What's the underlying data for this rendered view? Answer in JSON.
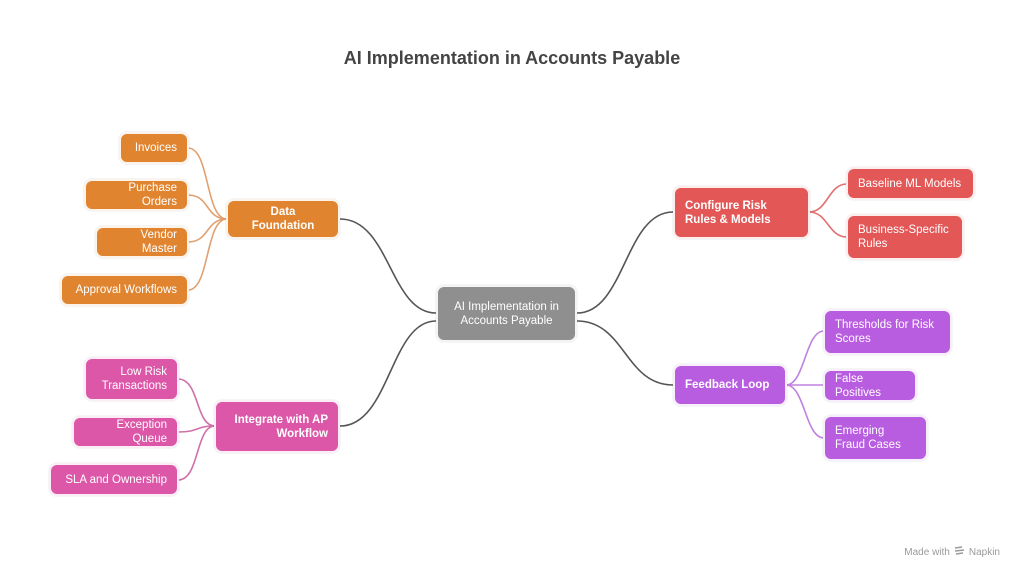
{
  "title": "AI Implementation in Accounts Payable",
  "colors": {
    "center": "#8f8f8f",
    "data_foundation": "#e0842f",
    "configure": "#e35757",
    "feedback": "#b85ce0",
    "integrate": "#dc57a8",
    "trunk": "#555555"
  },
  "center": {
    "label": "AI Implementation in Accounts Payable"
  },
  "branches": [
    {
      "label": "Data Foundation",
      "children": [
        "Invoices",
        "Purchase Orders",
        "Vendor Master",
        "Approval Workflows"
      ]
    },
    {
      "label": "Integrate with AP Workflow",
      "children": [
        "Low Risk Transactions",
        "Exception Queue",
        "SLA and Ownership"
      ]
    },
    {
      "label": "Configure Risk Rules & Models",
      "children": [
        "Baseline ML Models",
        "Business-Specific Rules"
      ]
    },
    {
      "label": "Feedback Loop",
      "children": [
        "Thresholds for Risk Scores",
        "False Positives",
        "Emerging Fraud Cases"
      ]
    }
  ],
  "footer": {
    "text": "Made with",
    "brand": "Napkin",
    "icon": "napkin-logo-icon"
  }
}
